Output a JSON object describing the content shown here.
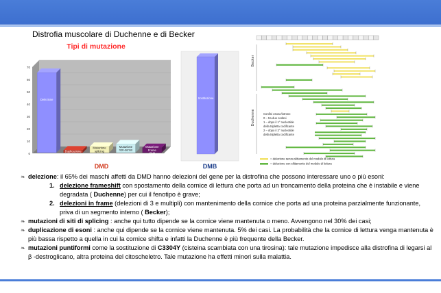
{
  "slide": {
    "title": "Distrofia muscolare di Duchenne e di Becker"
  },
  "chart_data": [
    {
      "type": "bar",
      "title": "Tipi di mutazione",
      "xlabel": "DMD",
      "ylim": [
        0,
        70
      ],
      "yticks": [
        "0",
        "10",
        "20",
        "30",
        "40",
        "50",
        "60",
        "70"
      ],
      "categories": [
        "Delezione",
        "Duplicazione",
        "Mutazione splicing",
        "Mutazione non-senso",
        "Mutazione Frame Shift"
      ],
      "values": [
        65,
        2,
        5,
        7,
        4
      ],
      "colors": [
        "#8f8fff",
        "#c0392b",
        "#f4f1b8",
        "#c9eef2",
        "#6b1a6b"
      ]
    },
    {
      "type": "bar",
      "xlabel": "DMB",
      "categories": [
        "Sostituzione"
      ],
      "values": [
        100
      ],
      "colors": [
        "#8f8fff"
      ]
    }
  ],
  "diagram": {
    "label_becker": "Becker",
    "label_duchenne": "Duchenne",
    "legend_lines": [
      "Confini esone/introne",
      "0 – tra due codoni",
      "1 – dopo il 1° nucleotide",
      "    della tripletta codificante",
      "2 – dopo il 2° nucleotide",
      "    della tripletta codificante"
    ],
    "key_yellow": "= delezione senza slittamento del modulo di lettura",
    "key_green": "= delezione con slittamento del modulo di lettura",
    "colors": {
      "yellow": "#f2e36b",
      "green": "#63b843"
    }
  },
  "bullets": {
    "b1_bold": "delezione",
    "b1_text": ": il 65% dei maschi affetti da DMD hanno delezioni del gene per la distrofina che possono interessare uno o più esoni:",
    "s1_num": "1.",
    "s1_bold": "delezione frameshift",
    "s1_text": " con spostamento della cornice di lettura che porta ad un troncamento della proteina che è instabile e viene degradata ( ",
    "s1_bold2": "Duchenne",
    "s1_text2": ") per cui il fenotipo è grave;",
    "s2_num": "2.",
    "s2_bold": "delezioni in frame",
    "s2_text": " (delezioni di 3 e multipli) con mantenimento della cornice che porta ad una proteina parzialmente funzionante, priva di un segmento interno ( ",
    "s2_bold2": "Becker",
    "s2_text2": ");",
    "b2_bold": "mutazioni di siti di splicing",
    "b2_text": " : anche qui tutto dipende se la cornice viene mantenuta o meno. Avvengono nel 30% dei casi;",
    "b3_bold": "duplicazione di esoni",
    "b3_text": " : anche qui dipende se la cornice viene mantenuta. 5% dei casi. La probabilità che la cornice di lettura venga mantenuta è più bassa rispetto a quella in cui la cornice shifta e infatti la Duchenne è più frequente della Becker.",
    "b4_bold": "mutazioni puntiformi",
    "b4_text": "  come la sostituzione di ",
    "b4_bold2": " C3304Y",
    "b4_text2": " (cisteina scambiata con una tirosina): tale mutazione impedisce alla distrofina di legarsi al β -destroglicano, altra proteina del citoscheletro. Tale mutazione ha effetti minori sulla malattia."
  }
}
